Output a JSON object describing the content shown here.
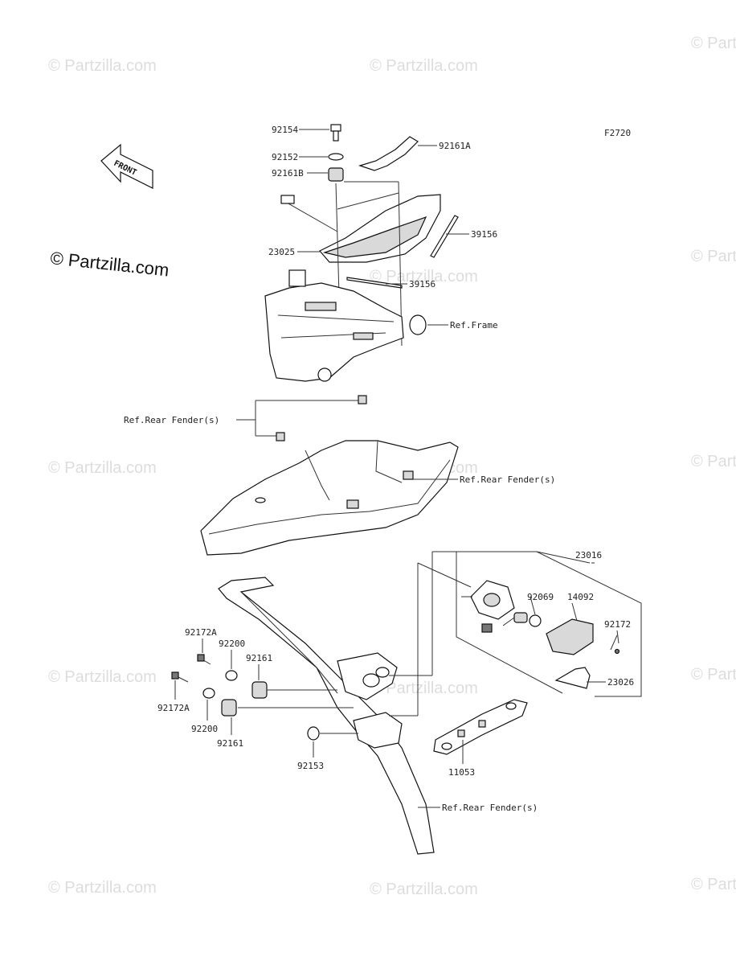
{
  "diagram_id": "F2720",
  "front_label": "FRONT",
  "watermark": "© Partzilla.com",
  "parts": {
    "p92154": "92154",
    "p92152": "92152",
    "p92161B": "92161B",
    "p92161A": "92161A",
    "p39156a": "39156",
    "p23025": "23025",
    "p39156b": "39156",
    "ref_frame": "Ref.Frame",
    "ref_rear_fender_1": "Ref.Rear Fender(s)",
    "ref_rear_fender_2": "Ref.Rear Fender(s)",
    "p23016": "23016",
    "p92069": "92069",
    "p14092": "14092",
    "p92172": "92172",
    "p23026": "23026",
    "p92172A_a": "92172A",
    "p92200_a": "92200",
    "p92161_a": "92161",
    "p92172A_b": "92172A",
    "p92200_b": "92200",
    "p92161_b": "92161",
    "p92153": "92153",
    "p11053": "11053",
    "ref_rear_fender_3": "Ref.Rear Fender(s)"
  }
}
